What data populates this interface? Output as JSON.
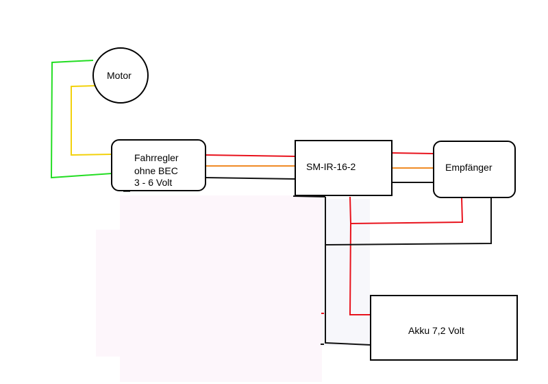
{
  "motor": {
    "label": "Motor"
  },
  "fahrregler": {
    "line1": "Fahrregler",
    "line2": "ohne BEC",
    "line3": "3 - 6 Volt"
  },
  "sm_ir": {
    "label": "SM-IR-16-2"
  },
  "empfaenger": {
    "label": "Empfänger"
  },
  "akku": {
    "label": "Akku 7,2 Volt"
  },
  "colors": {
    "green": "#22dd22",
    "yellow": "#f2d10a",
    "red": "#e8111b",
    "orange": "#f08a24",
    "black": "#111111",
    "pink_patch": "#fdf6fb",
    "grey_patch": "#f7f7fb"
  }
}
